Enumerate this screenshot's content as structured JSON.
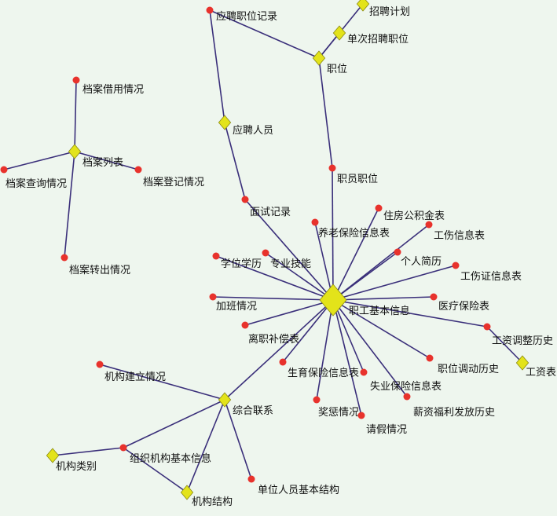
{
  "colors": {
    "background": "#eef6ee",
    "edge": "#3a2f7a",
    "table_node": "#e8322c",
    "hub_node": "#e3e31a",
    "hub_stroke": "#8a8a10"
  },
  "nodes": [
    {
      "id": "zhaopin_jihua",
      "label": "招聘计划",
      "kind": "hub"
    },
    {
      "id": "yingpin_zhiwei_jilu",
      "label": "应聘职位记录",
      "kind": "table"
    },
    {
      "id": "danci_zhaopin_zhiwei",
      "label": "单次招聘职位",
      "kind": "hub"
    },
    {
      "id": "zhiwei",
      "label": "职位",
      "kind": "hub"
    },
    {
      "id": "dangan_jieyong",
      "label": "档案借用情况",
      "kind": "table"
    },
    {
      "id": "yingpin_renyuan",
      "label": "应聘人员",
      "kind": "hub"
    },
    {
      "id": "dangan_liebiao",
      "label": "档案列表",
      "kind": "hub"
    },
    {
      "id": "dangan_chaxun",
      "label": "档案查询情况",
      "kind": "table"
    },
    {
      "id": "dangan_dengji",
      "label": "档案登记情况",
      "kind": "table"
    },
    {
      "id": "zhiyuan_zhiwei",
      "label": "职员职位",
      "kind": "table"
    },
    {
      "id": "mianshi_jilu",
      "label": "面试记录",
      "kind": "table"
    },
    {
      "id": "zhufang_gongjijin",
      "label": "住房公积金表",
      "kind": "table"
    },
    {
      "id": "yanglao_baoxian",
      "label": "养老保险信息表",
      "kind": "table"
    },
    {
      "id": "gongshang_xinxi",
      "label": "工伤信息表",
      "kind": "table"
    },
    {
      "id": "dangan_zhuanchu",
      "label": "档案转出情况",
      "kind": "table"
    },
    {
      "id": "xuewei_xueli",
      "label": "学位学历",
      "kind": "table"
    },
    {
      "id": "zhuanye_jineng",
      "label": "专业技能",
      "kind": "table"
    },
    {
      "id": "geren_jianli",
      "label": "个人简历",
      "kind": "table"
    },
    {
      "id": "gongshangzheng",
      "label": "工伤证信息表",
      "kind": "table"
    },
    {
      "id": "jiaban",
      "label": "加班情况",
      "kind": "table"
    },
    {
      "id": "zhigong_jiben",
      "label": "职工基本信息",
      "kind": "hub_large"
    },
    {
      "id": "yiliao_baoxian",
      "label": "医疗保险表",
      "kind": "table"
    },
    {
      "id": "lizhi_buchang",
      "label": "离职补偿表",
      "kind": "table"
    },
    {
      "id": "gongzi_tiaozheng",
      "label": "工资调整历史",
      "kind": "table"
    },
    {
      "id": "zhiwei_diaodong",
      "label": "职位调动历史",
      "kind": "table"
    },
    {
      "id": "gongzibiao",
      "label": "工资表",
      "kind": "hub"
    },
    {
      "id": "jigou_jianli",
      "label": "机构建立情况",
      "kind": "table"
    },
    {
      "id": "shengyu_baoxian",
      "label": "生育保险信息表",
      "kind": "table"
    },
    {
      "id": "shiye_baoxian",
      "label": "失业保险信息表",
      "kind": "table"
    },
    {
      "id": "zonghe_lianxi",
      "label": "综合联系",
      "kind": "hub"
    },
    {
      "id": "jiangcheng",
      "label": "奖惩情况",
      "kind": "table"
    },
    {
      "id": "xinzi_fuli",
      "label": "薪资福利发放历史",
      "kind": "table"
    },
    {
      "id": "qingjia",
      "label": "请假情况",
      "kind": "table"
    },
    {
      "id": "jigou_leibie",
      "label": "机构类别",
      "kind": "hub"
    },
    {
      "id": "zuzhi_jigou",
      "label": "组织机构基本信息",
      "kind": "table"
    },
    {
      "id": "danwei_renyuan",
      "label": "单位人员基本结构",
      "kind": "table"
    },
    {
      "id": "jigou_jiegou",
      "label": "机构结构",
      "kind": "hub"
    }
  ],
  "edges": [
    [
      "zhiwei",
      "zhaopin_jihua"
    ],
    [
      "zhiwei",
      "danci_zhaopin_zhiwei"
    ],
    [
      "zhiwei",
      "yingpin_zhiwei_jilu"
    ],
    [
      "zhiwei",
      "zhiyuan_zhiwei"
    ],
    [
      "zhiyuan_zhiwei",
      "zhigong_jiben"
    ],
    [
      "yingpin_zhiwei_jilu",
      "yingpin_renyuan"
    ],
    [
      "yingpin_renyuan",
      "mianshi_jilu"
    ],
    [
      "mianshi_jilu",
      "zhigong_jiben"
    ],
    [
      "dangan_liebiao",
      "dangan_jieyong"
    ],
    [
      "dangan_liebiao",
      "dangan_chaxun"
    ],
    [
      "dangan_liebiao",
      "dangan_dengji"
    ],
    [
      "dangan_liebiao",
      "dangan_zhuanchu"
    ],
    [
      "zhigong_jiben",
      "zhufang_gongjijin"
    ],
    [
      "zhigong_jiben",
      "yanglao_baoxian"
    ],
    [
      "zhigong_jiben",
      "gongshang_xinxi"
    ],
    [
      "zhigong_jiben",
      "xuewei_xueli"
    ],
    [
      "zhigong_jiben",
      "zhuanye_jineng"
    ],
    [
      "zhigong_jiben",
      "geren_jianli"
    ],
    [
      "zhigong_jiben",
      "gongshangzheng"
    ],
    [
      "zhigong_jiben",
      "jiaban"
    ],
    [
      "zhigong_jiben",
      "yiliao_baoxian"
    ],
    [
      "zhigong_jiben",
      "lizhi_buchang"
    ],
    [
      "zhigong_jiben",
      "gongzi_tiaozheng"
    ],
    [
      "zhigong_jiben",
      "zhiwei_diaodong"
    ],
    [
      "zhigong_jiben",
      "shengyu_baoxian"
    ],
    [
      "zhigong_jiben",
      "shiye_baoxian"
    ],
    [
      "zhigong_jiben",
      "jiangcheng"
    ],
    [
      "zhigong_jiben",
      "xinzi_fuli"
    ],
    [
      "zhigong_jiben",
      "qingjia"
    ],
    [
      "zhigong_jiben",
      "zonghe_lianxi"
    ],
    [
      "gongzi_tiaozheng",
      "gongzibiao"
    ],
    [
      "zonghe_lianxi",
      "jigou_jianli"
    ],
    [
      "zonghe_lianxi",
      "zuzhi_jigou"
    ],
    [
      "zonghe_lianxi",
      "danwei_renyuan"
    ],
    [
      "zonghe_lianxi",
      "jigou_jiegou"
    ],
    [
      "zuzhi_jigou",
      "jigou_leibie"
    ],
    [
      "zuzhi_jigou",
      "jigou_jiegou"
    ]
  ]
}
